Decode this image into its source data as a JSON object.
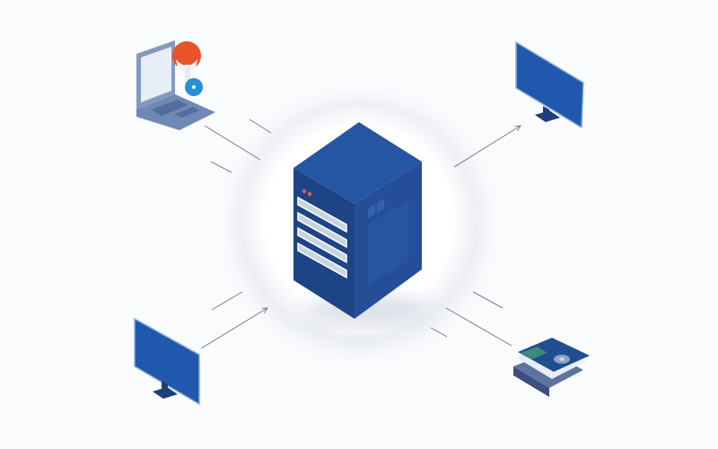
{
  "colors": {
    "background": "#fafbfd",
    "server_front": "#1d4487",
    "server_top": "#2456a4",
    "server_side": "#244f98",
    "monitor_screen": "#1f58ad",
    "monitor_edge": "#8fb0dc",
    "laptop_body": "#6d87b4",
    "user_head": "#e8532a",
    "key_accent": "#2b8fd6",
    "indicator_lights": "#e0644c",
    "connector_lines": "#7a7f8a"
  },
  "nodes": [
    {
      "id": "server",
      "icon": "server-tower-icon"
    },
    {
      "id": "laptop-user",
      "icon": "laptop-user-key-icon"
    },
    {
      "id": "monitor-top-right",
      "icon": "monitor-icon"
    },
    {
      "id": "monitor-bottom-left",
      "icon": "monitor-icon"
    },
    {
      "id": "storage-drive",
      "icon": "hard-drive-icon"
    }
  ]
}
